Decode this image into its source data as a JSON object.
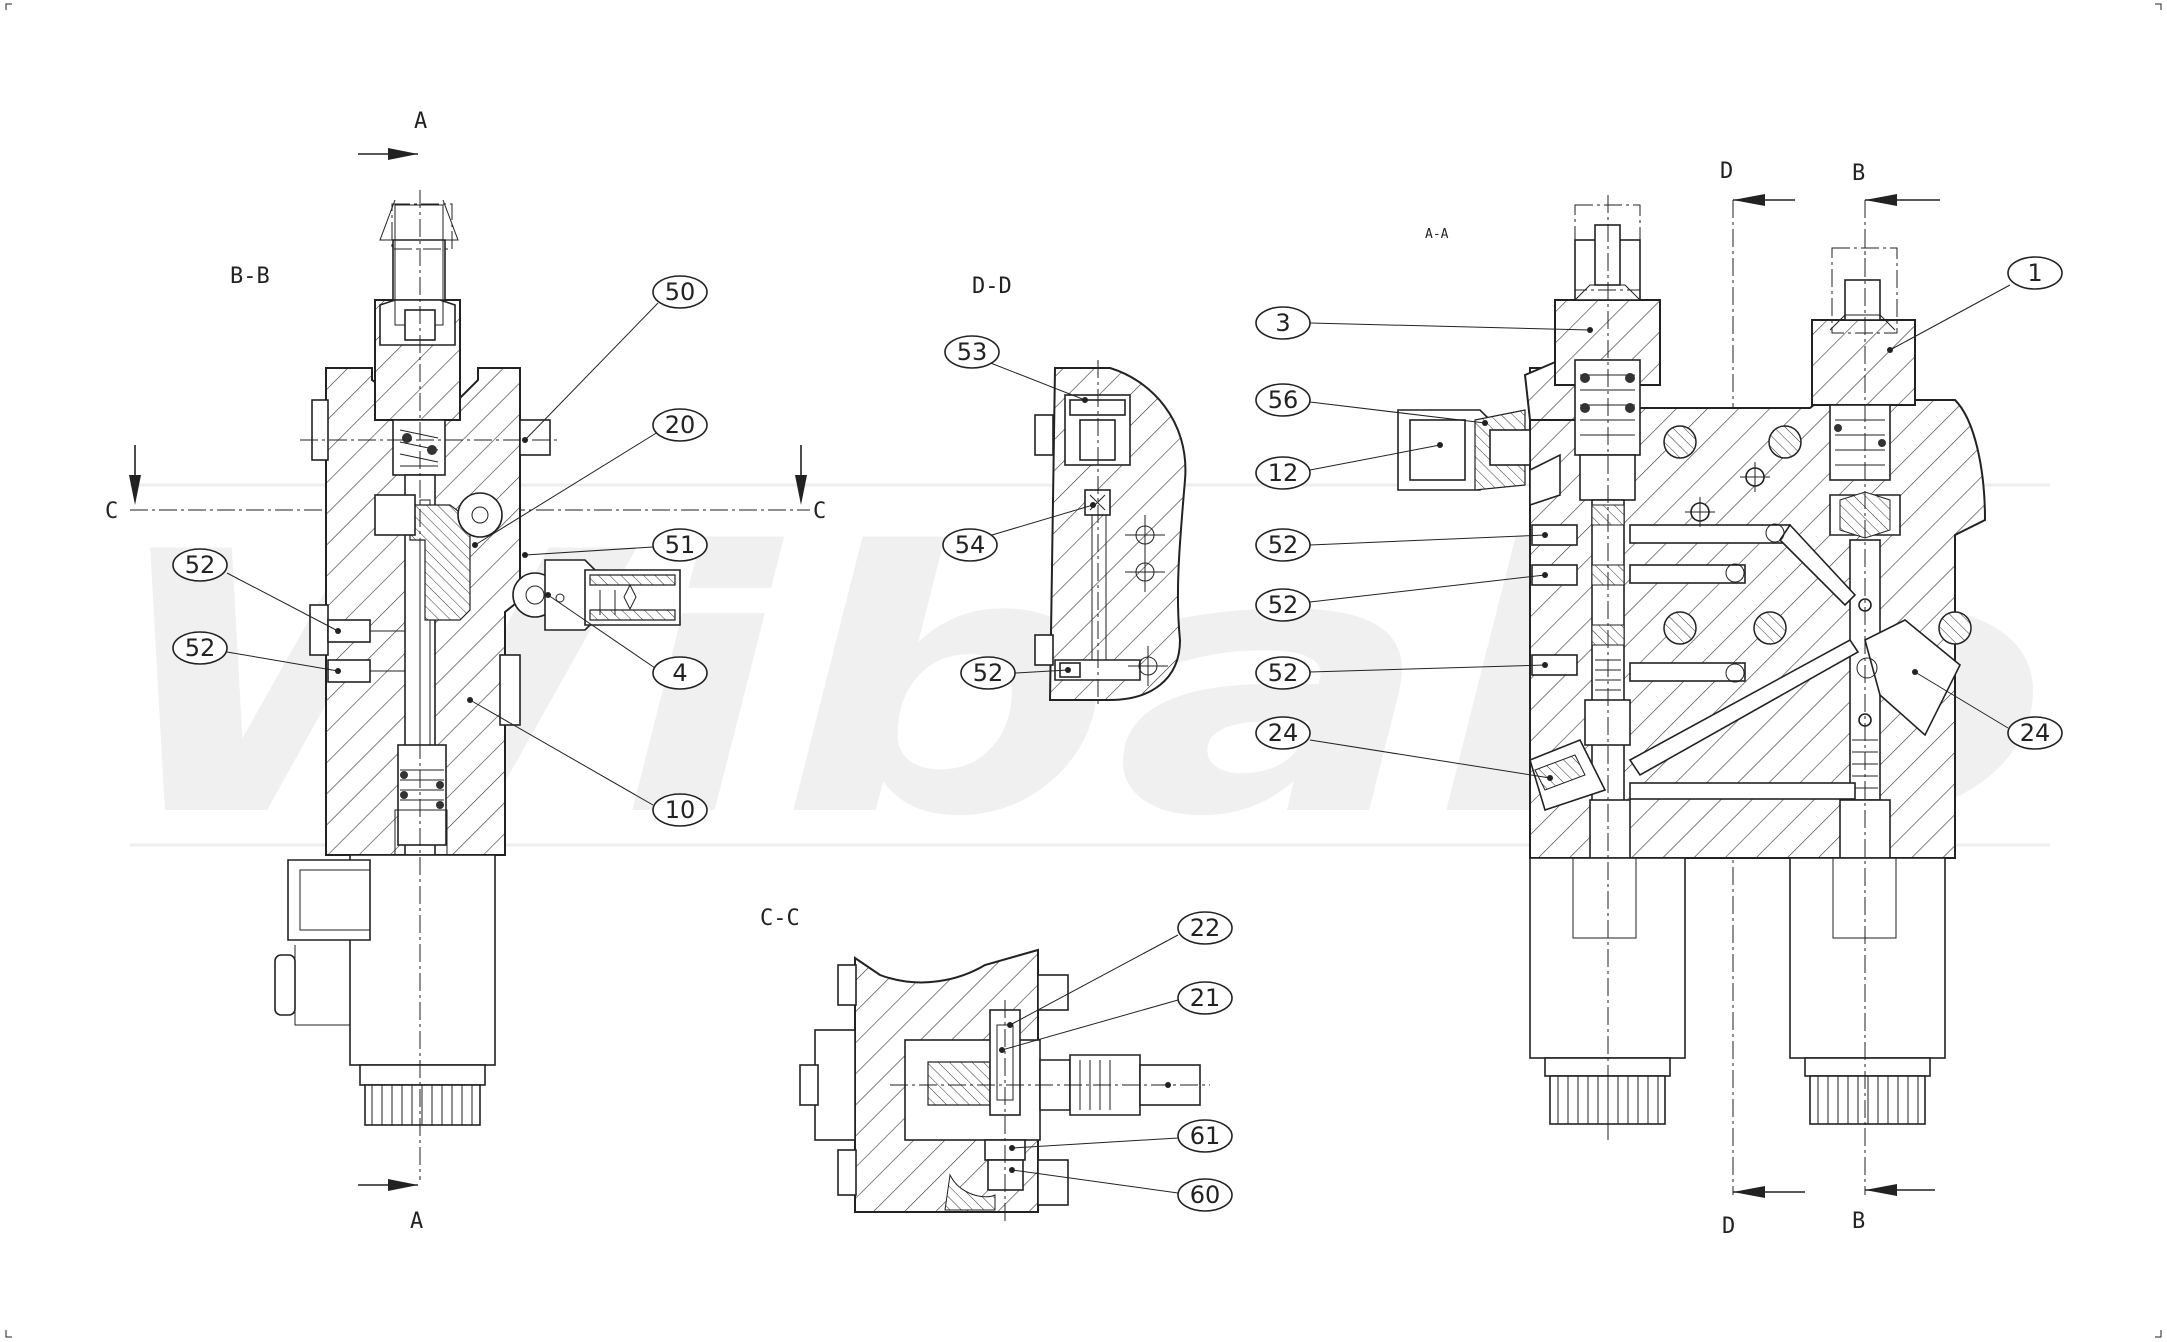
{
  "watermark": "Wibako",
  "views": {
    "bb": {
      "title": "B-B",
      "cut_a_top": "A",
      "cut_a_bottom": "A",
      "cut_c_left": "C",
      "cut_c_right": "C"
    },
    "dd": {
      "title": "D-D"
    },
    "cc": {
      "title": "C-C"
    },
    "aa": {
      "title": "A-A",
      "cut_d_top": "D",
      "cut_d_bottom": "D",
      "cut_b_top": "B",
      "cut_b_bottom": "B"
    }
  },
  "balloons": {
    "bb_50": "50",
    "bb_20": "20",
    "bb_51": "51",
    "bb_4": "4",
    "bb_10": "10",
    "bb_52a": "52",
    "bb_52b": "52",
    "dd_53": "53",
    "dd_54": "54",
    "dd_52": "52",
    "cc_22": "22",
    "cc_21": "21",
    "cc_61": "61",
    "cc_60": "60",
    "aa_3": "3",
    "aa_56": "56",
    "aa_12": "12",
    "aa_52a": "52",
    "aa_52b": "52",
    "aa_52c": "52",
    "aa_24a": "24",
    "aa_1": "1",
    "aa_24b": "24"
  }
}
